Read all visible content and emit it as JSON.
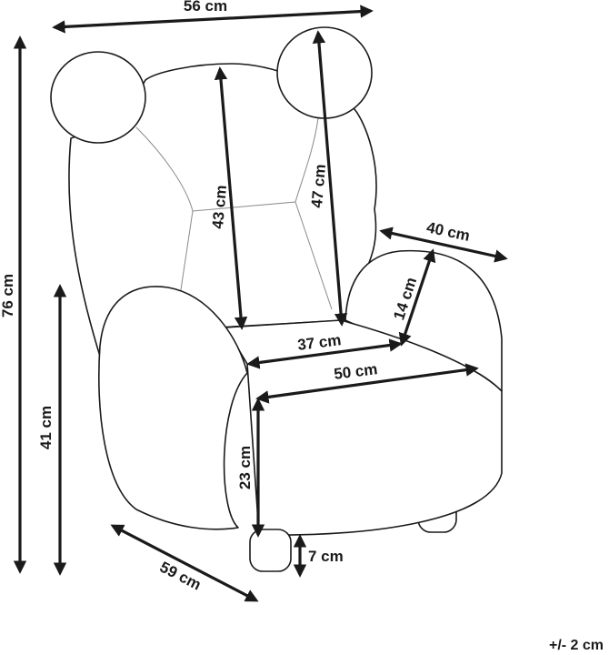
{
  "dimensions": {
    "overall_width": "56 cm",
    "overall_height": "76 cm",
    "back_height": "43 cm",
    "ear_height": "47 cm",
    "arm_length": "40 cm",
    "arm_height": "14 cm",
    "seat_depth": "37 cm",
    "seat_width": "50 cm",
    "seat_height": "41 cm",
    "cushion_height": "23 cm",
    "leg_height": "7 cm",
    "overall_depth": "59 cm"
  },
  "tolerance": "+/- 2 cm",
  "colors": {
    "line": "#1a1a1a",
    "seam": "#8a8a8a",
    "background": "#ffffff"
  }
}
